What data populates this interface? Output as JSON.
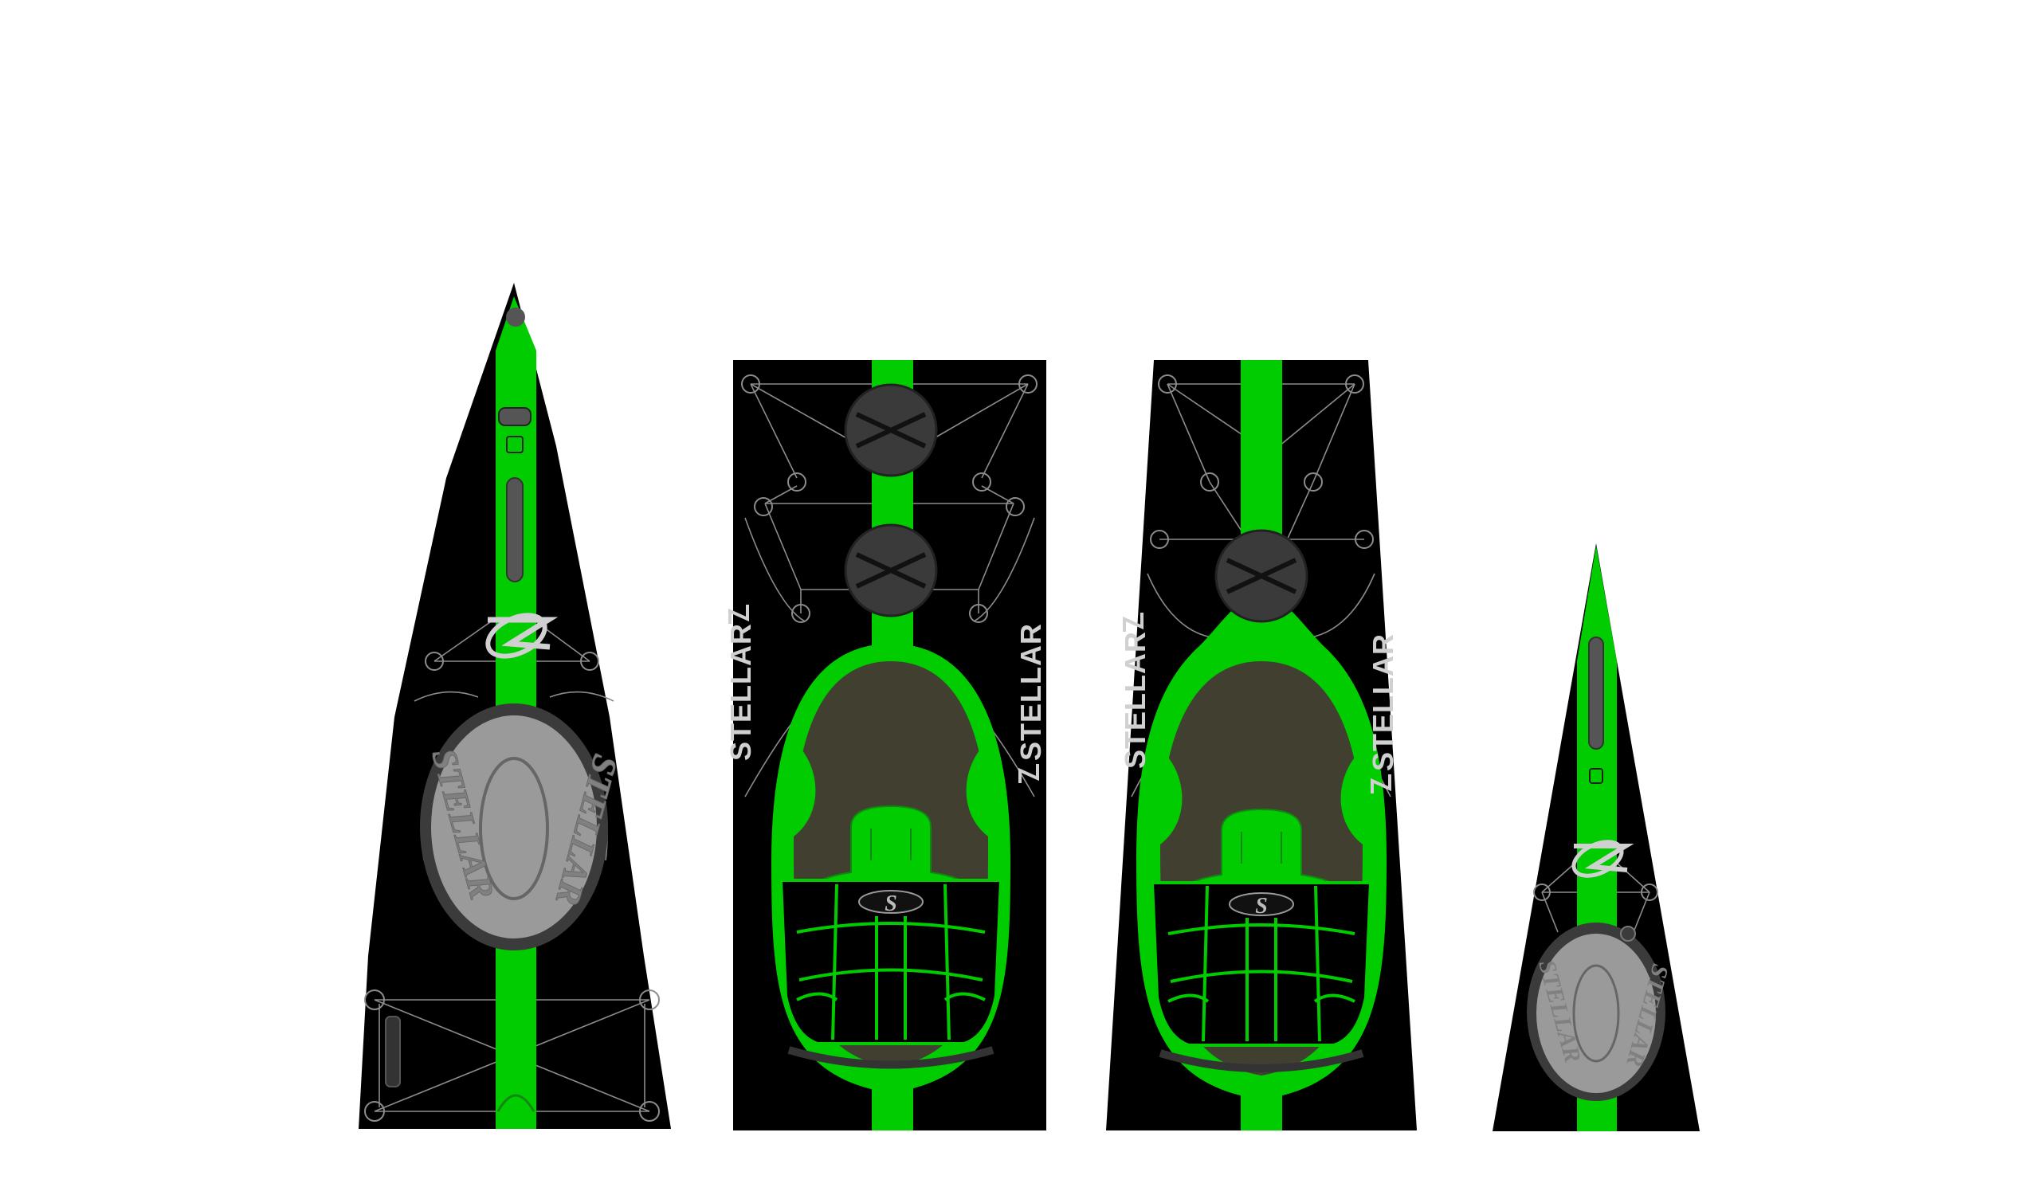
{
  "brand": {
    "wordmark": "STELLAR",
    "hatch_wordmark": "STELLAR",
    "seat_logo": "S"
  },
  "colors": {
    "hull": "#000000",
    "stripe": "#00cc00",
    "stripe_bright": "#22dd22",
    "cockpit_floor": "#403f30",
    "hatch_fill": "#9a9a9a",
    "hatch_rim": "#3b3b3b",
    "hub_fill": "#3a3a3a",
    "rigging": "#8c8c8c",
    "logo_text": "#d0d0d0",
    "background": "#ffffff"
  },
  "sections": [
    {
      "id": "bow",
      "kind": "bow-with-hatch"
    },
    {
      "id": "front-cockpit",
      "kind": "cockpit-with-two-hubs"
    },
    {
      "id": "rear-cockpit",
      "kind": "cockpit-with-one-hub"
    },
    {
      "id": "stern",
      "kind": "stern-with-hatch"
    }
  ]
}
